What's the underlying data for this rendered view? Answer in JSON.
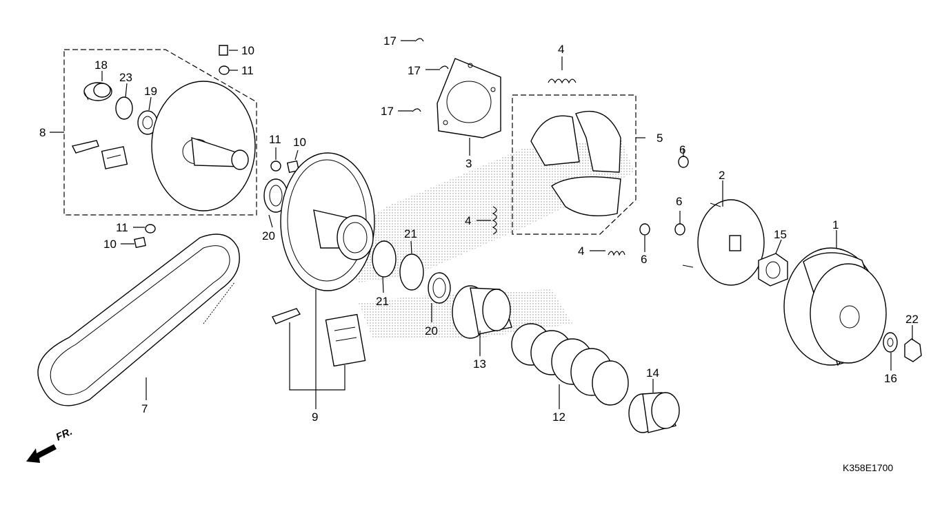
{
  "drawing_code": "K358E1700",
  "direction_label": "FR.",
  "callouts": {
    "c1": "1",
    "c2": "2",
    "c3": "3",
    "c4a": "4",
    "c4b": "4",
    "c4c": "4",
    "c5": "5",
    "c6a": "6",
    "c6b": "6",
    "c6c": "6",
    "c7": "7",
    "c8": "8",
    "c9": "9",
    "c10a": "10",
    "c10b": "10",
    "c10c": "10",
    "c11a": "11",
    "c11b": "11",
    "c11c": "11",
    "c12": "12",
    "c13": "13",
    "c14": "14",
    "c15": "15",
    "c16": "16",
    "c17a": "17",
    "c17b": "17",
    "c17c": "17",
    "c18": "18",
    "c19": "19",
    "c20a": "20",
    "c20b": "20",
    "c21a": "21",
    "c21b": "21",
    "c22": "22",
    "c23": "23"
  }
}
